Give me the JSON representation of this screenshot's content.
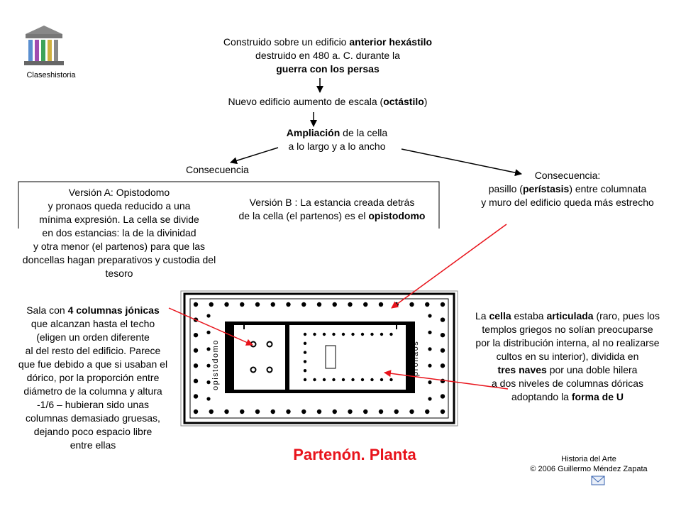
{
  "logo": {
    "caption": "Claseshistoria",
    "icon": "temple-icon"
  },
  "boxes": {
    "top": {
      "l1a": "Construido sobre un edificio ",
      "l1b": "anterior hexástilo",
      "l2": "destruido en 480 a. C. durante la",
      "l3": "guerra con los persas"
    },
    "octa": {
      "pre": "Nuevo edificio aumento de escala (",
      "bold": "octástilo",
      "post": ")"
    },
    "amp": {
      "bold": "Ampliación",
      "l1": " de la cella",
      "l2": "a lo largo y a lo ancho"
    },
    "consec_left": "Consecuencia",
    "consec_right": {
      "l1": "Consecuencia:",
      "l2a": "pasillo (",
      "l2b": "perístasis",
      "l2c": ") entre columnata",
      "l3": "y muro del edificio queda más estrecho"
    },
    "version_a": {
      "l1": "Versión A: Opistodomo",
      "l2": "y pronaos queda reducido a una",
      "l3": "mínima expresión. La cella se divide",
      "l4": "en dos estancias: la de la divinidad",
      "l5": "y otra menor (el partenos) para que las",
      "l6": "doncellas hagan preparativos y custodia del",
      "l7": "tesoro"
    },
    "version_b": {
      "l1": "Versión B :  La estancia creada detrás",
      "l2a": "de la cella (el partenos) es el ",
      "l2b": "opistodomo"
    },
    "sala": {
      "l1a": "Sala con ",
      "l1b": "4 columnas jónicas",
      "l2": "que alcanzan hasta el techo",
      "l3": "(eligen un orden diferente",
      "l4": "al del resto del edificio. Parece",
      "l5": "que fue debido a  que si usaban el",
      "l6": "dórico, por la proporción entre",
      "l7": "diámetro de la columna y altura",
      "l8": "-1/6 – hubieran sido unas",
      "l9": "columnas demasiado gruesas,",
      "l10": "dejando poco espacio libre",
      "l11": "entre ellas"
    },
    "cella": {
      "l1a": "La ",
      "l1b": "cella",
      "l1c": " estaba ",
      "l1d": "articulada",
      "l1e": " (raro, pues los",
      "l2": "templos griegos no solían preocuparse",
      "l3": "por la distribución interna, al no realizarse",
      "l4": "cultos en su interior), dividida en",
      "l5": "tres naves",
      "l5b": " por una doble hilera",
      "l6": "a dos niveles de columnas dóricas",
      "l7a": "adoptando la ",
      "l7b": "forma de U"
    }
  },
  "plan_labels": {
    "opisthodomos": "opistodomo",
    "pronaos": "pronaos"
  },
  "title": "Partenón. Planta",
  "credits": {
    "l1": "Historia del Arte",
    "l2": "© 2006 Guillermo Méndez Zapata"
  },
  "colors": {
    "title": "#e8131b",
    "arrow_red": "#e8131b",
    "arrow_black": "#000000"
  },
  "mail_icon": "envelope-icon"
}
